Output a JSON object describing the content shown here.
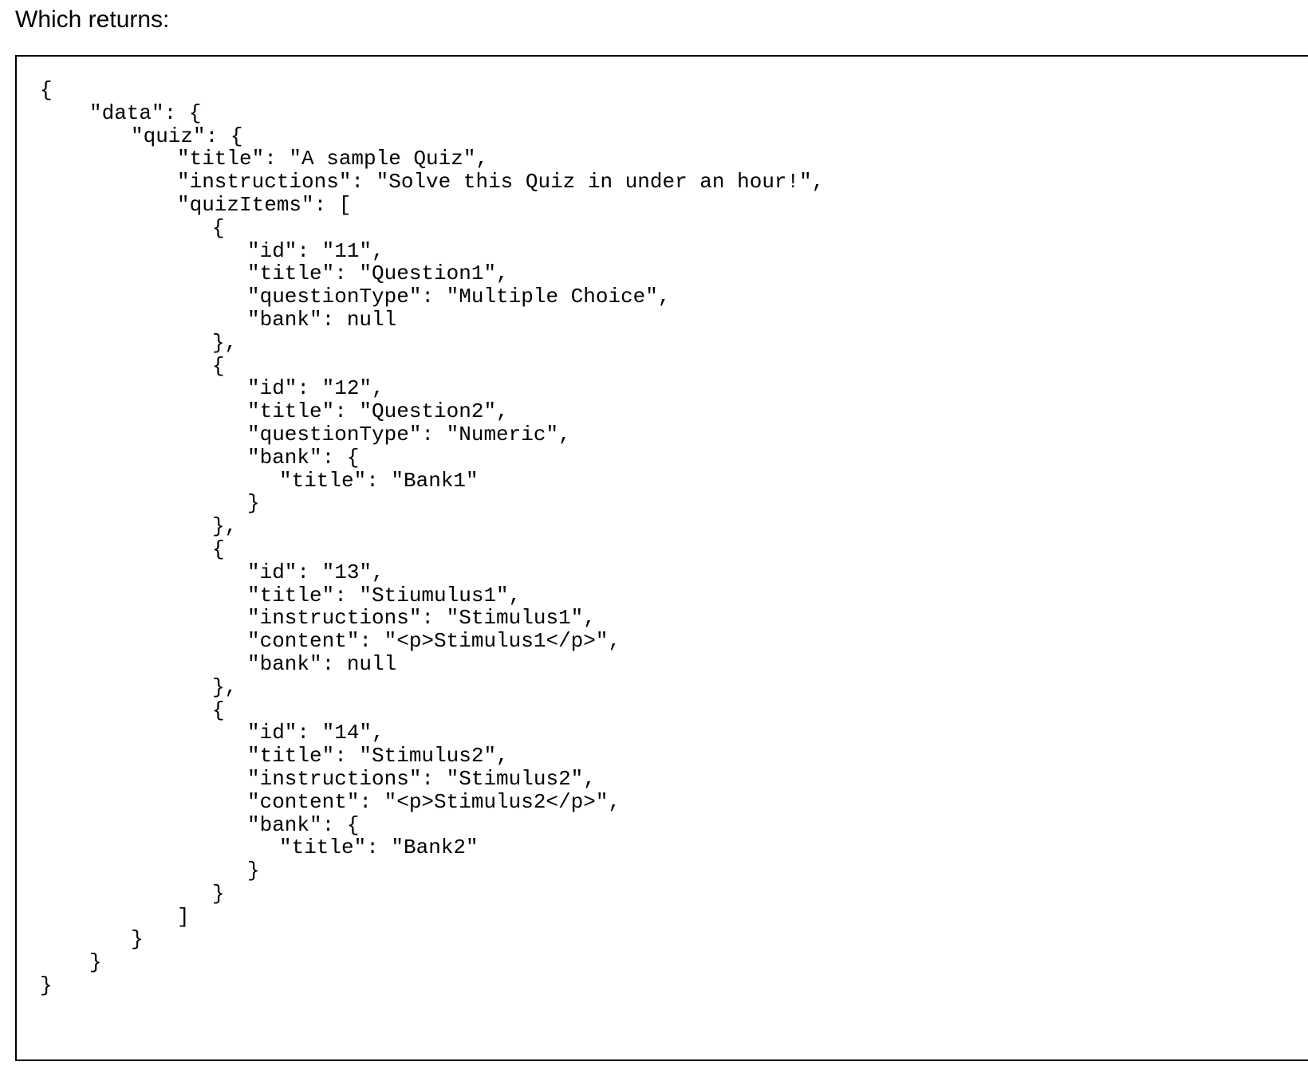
{
  "page": {
    "heading": "Which returns:"
  },
  "colors": {
    "background": "#ffffff",
    "text": "#000000",
    "code_box_border": "#000000"
  },
  "code_block": {
    "language": "json",
    "lines": [
      {
        "indent": 0,
        "text": "{"
      },
      {
        "indent": 1,
        "text": "\"data\": {"
      },
      {
        "indent": 2,
        "text": "\"quiz\": {"
      },
      {
        "indent": 3,
        "text": "\"title\": \"A sample Quiz\","
      },
      {
        "indent": 3,
        "text": "\"instructions\": \"Solve this Quiz in under an hour!\","
      },
      {
        "indent": 3,
        "text": "\"quizItems\": ["
      },
      {
        "indent": 4,
        "text": "{"
      },
      {
        "indent": 5,
        "text": "\"id\": \"11\","
      },
      {
        "indent": 5,
        "text": "\"title\": \"Question1\","
      },
      {
        "indent": 5,
        "text": "\"questionType\": \"Multiple Choice\","
      },
      {
        "indent": 5,
        "text": "\"bank\": null"
      },
      {
        "indent": 4,
        "text": "},"
      },
      {
        "indent": 4,
        "text": "{"
      },
      {
        "indent": 5,
        "text": "\"id\": \"12\","
      },
      {
        "indent": 5,
        "text": "\"title\": \"Question2\","
      },
      {
        "indent": 5,
        "text": "\"questionType\": \"Numeric\","
      },
      {
        "indent": 5,
        "text": "\"bank\": {"
      },
      {
        "indent": 6,
        "text": "\"title\": \"Bank1\""
      },
      {
        "indent": 5,
        "text": "}"
      },
      {
        "indent": 4,
        "text": "},"
      },
      {
        "indent": 4,
        "text": "{"
      },
      {
        "indent": 5,
        "text": "\"id\": \"13\","
      },
      {
        "indent": 5,
        "text": "\"title\": \"Stiumulus1\","
      },
      {
        "indent": 5,
        "text": "\"instructions\": \"Stimulus1\","
      },
      {
        "indent": 5,
        "text": "\"content\": \"<p>Stimulus1</p>\","
      },
      {
        "indent": 5,
        "text": "\"bank\": null"
      },
      {
        "indent": 4,
        "text": "},"
      },
      {
        "indent": 4,
        "text": "{"
      },
      {
        "indent": 5,
        "text": "\"id\": \"14\","
      },
      {
        "indent": 5,
        "text": "\"title\": \"Stimulus2\","
      },
      {
        "indent": 5,
        "text": "\"instructions\": \"Stimulus2\","
      },
      {
        "indent": 5,
        "text": "\"content\": \"<p>Stimulus2</p>\","
      },
      {
        "indent": 5,
        "text": "\"bank\": {"
      },
      {
        "indent": 6,
        "text": "\"title\": \"Bank2\""
      },
      {
        "indent": 5,
        "text": "}"
      },
      {
        "indent": 4,
        "text": "}"
      },
      {
        "indent": 3,
        "text": "]"
      },
      {
        "indent": 2,
        "text": "}"
      },
      {
        "indent": 1,
        "text": "}"
      },
      {
        "indent": 0,
        "text": "}"
      }
    ]
  }
}
